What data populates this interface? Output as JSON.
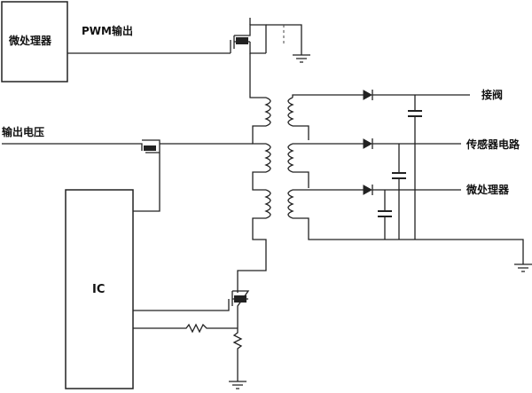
{
  "diagram": {
    "mcu_box_label": "微处理器",
    "pwm_label": "PWM输出",
    "output_voltage_label": "输出电压",
    "ic_label": "IC",
    "outputs": [
      "接阀",
      "传感器电路",
      "微处理器"
    ]
  }
}
